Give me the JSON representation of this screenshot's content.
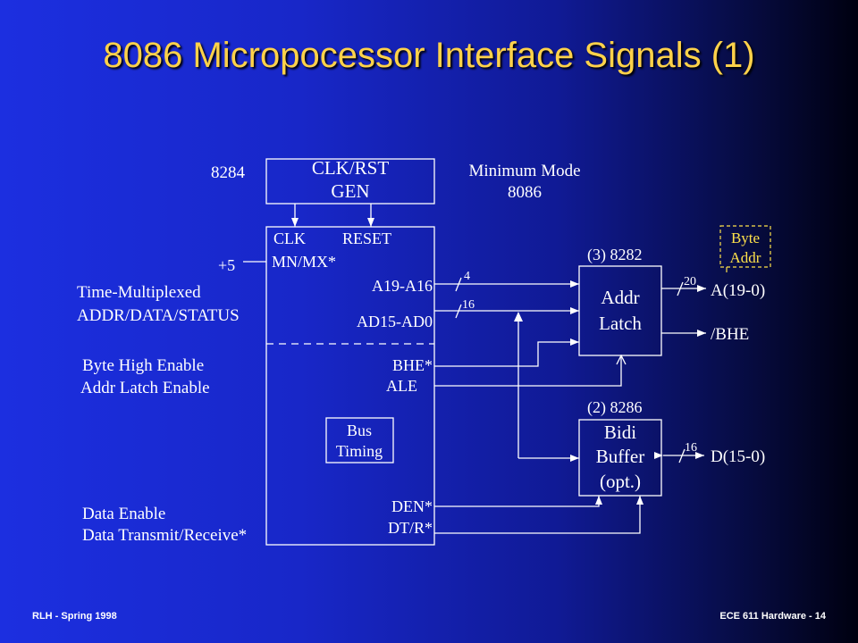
{
  "title": "8086 Micropocessor Interface Signals (1)",
  "footer": {
    "left": "RLH  -  Spring 1998",
    "right": "ECE 611  Hardware  -  14"
  },
  "clock_chip": {
    "part": "8284",
    "line1": "CLK/RST",
    "line2": "GEN"
  },
  "mode": {
    "line1": "Minimum Mode",
    "line2": "8086"
  },
  "cpu_pins": {
    "clk": "CLK",
    "reset": "RESET",
    "mnmx": "MN/MX*",
    "a19": "A19-A16",
    "ad15": "AD15-AD0",
    "bhe": "BHE*",
    "ale": "ALE",
    "den": "DEN*",
    "dtr": "DT/R*"
  },
  "plus5": "+5",
  "bus_timing": {
    "line1": "Bus",
    "line2": "Timing"
  },
  "left_labels": {
    "tm1": "Time-Multiplexed",
    "tm2": "ADDR/DATA/STATUS",
    "bhe": "Byte High Enable",
    "ale": "Addr Latch Enable",
    "den": "Data Enable",
    "dtr": "Data Transmit/Receive*"
  },
  "latch": {
    "part": "(3) 8282",
    "line1": "Addr",
    "line2": "Latch"
  },
  "buffer": {
    "part": "(2) 8286",
    "line1": "Bidi",
    "line2": "Buffer",
    "line3": "(opt.)"
  },
  "byte_addr": {
    "line1": "Byte",
    "line2": "Addr"
  },
  "bus_widths": {
    "a19": "4",
    "ad15": "16",
    "addr_out": "20",
    "data": "16"
  },
  "outputs": {
    "addr": "A(19-0)",
    "bhe": "/BHE",
    "data": "D(15-0)"
  }
}
